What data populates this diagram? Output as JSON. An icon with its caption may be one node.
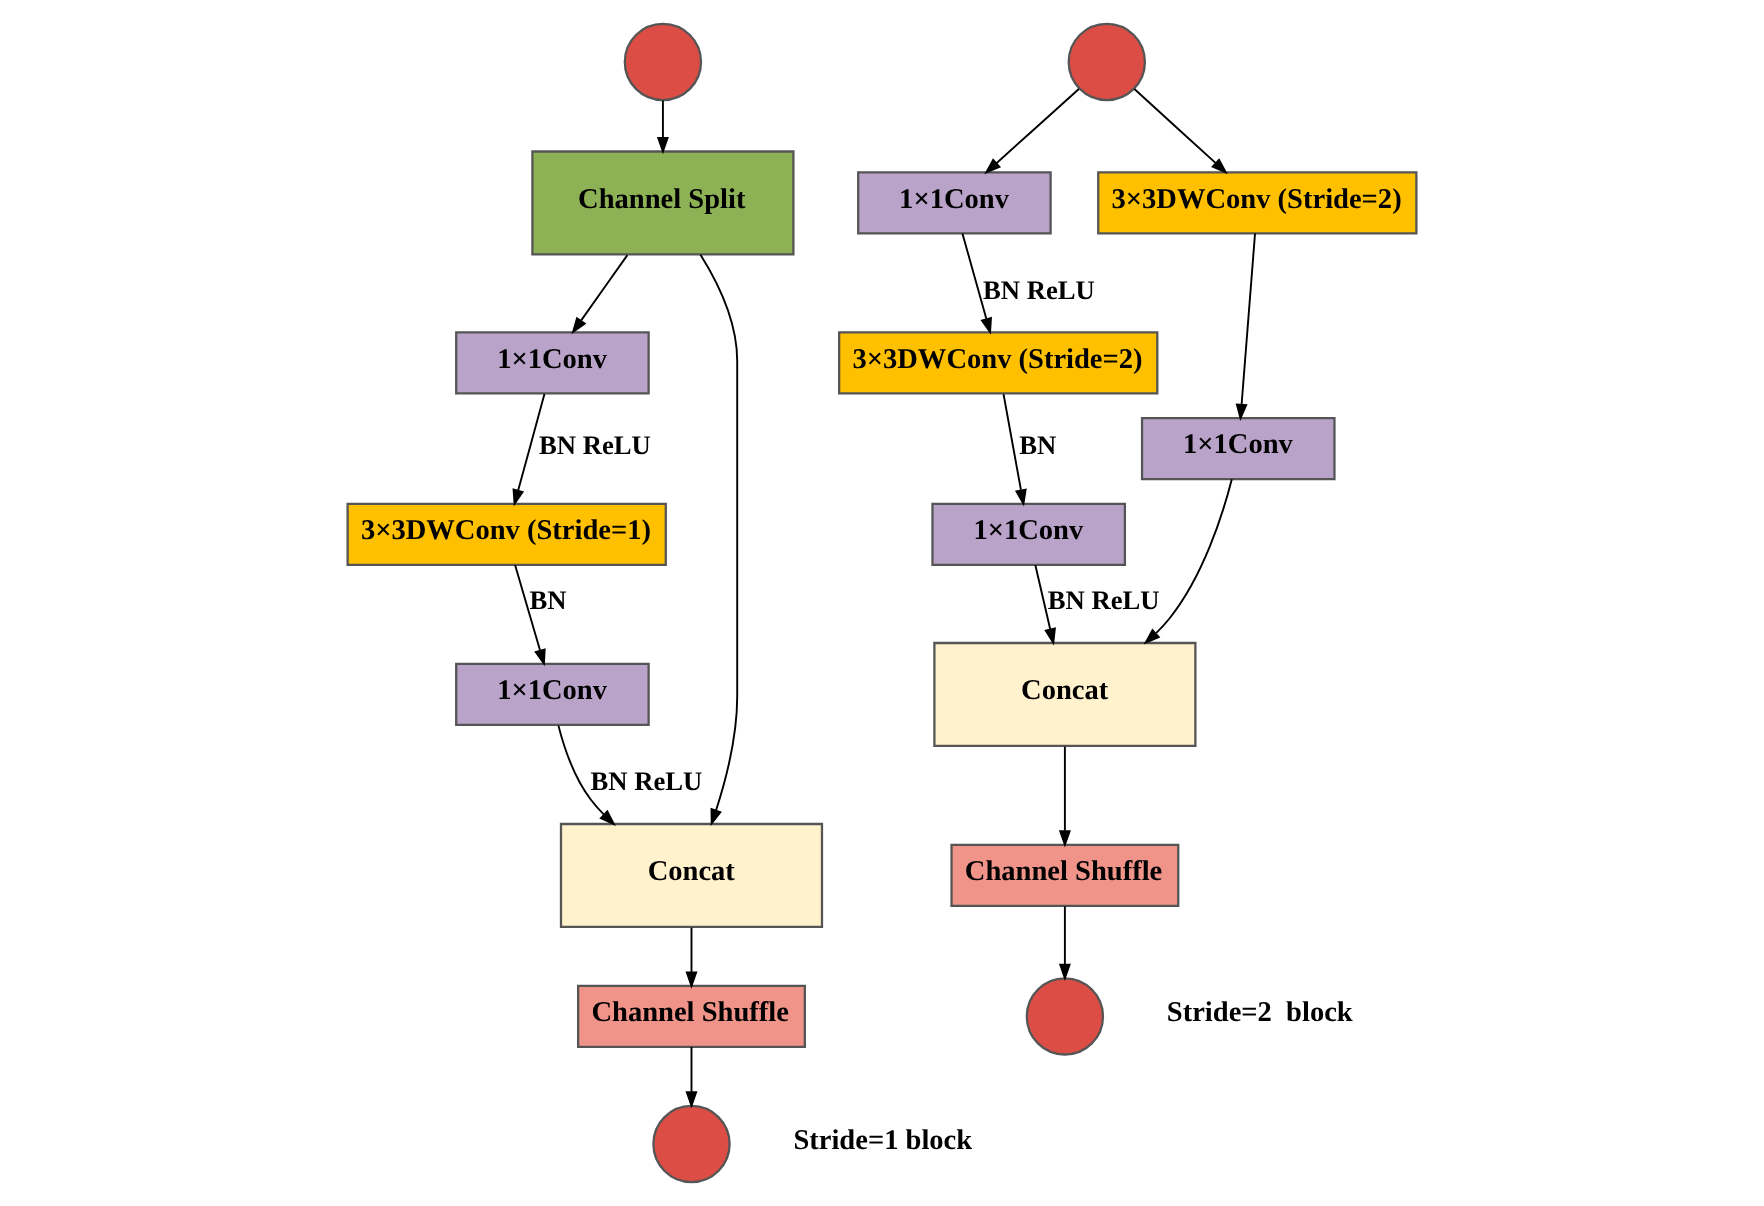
{
  "diagram": {
    "nodes": [
      {
        "text": [],
        "shape": "circle"
      },
      {
        "text": [
          "Channel Split"
        ]
      },
      {
        "text": [
          "1×1Conv"
        ]
      },
      {
        "text": [
          "3×3DWConv (Stride=1)"
        ]
      },
      {
        "text": [
          "1×1Conv"
        ]
      },
      {
        "text": [
          "Concat"
        ]
      },
      {
        "text": [
          "Channel Shuffle"
        ]
      },
      {
        "text": [],
        "shape": "circle"
      },
      {
        "text": [],
        "shape": "circle"
      },
      {
        "text": [
          "1×1Conv"
        ]
      },
      {
        "text": [
          "3×3DWConv (Stride=2)"
        ]
      },
      {
        "text": [
          "1×1Conv"
        ]
      },
      {
        "text": [
          "3×3DWConv (Stride=2)"
        ]
      },
      {
        "text": [
          "1×1Conv"
        ]
      },
      {
        "text": [
          "Concat"
        ]
      },
      {
        "text": [
          "Channel Shuffle"
        ]
      },
      {
        "text": [],
        "shape": "circle"
      }
    ],
    "edges": [
      {
        "from": 0,
        "to": 1,
        "arrow": "to"
      },
      {
        "from": 1,
        "to": 2,
        "arrow": "to"
      },
      {
        "from": 2,
        "to": 3,
        "arrow": "to",
        "label": "BN ReLU"
      },
      {
        "from": 3,
        "to": 4,
        "arrow": "to",
        "label": "BN"
      },
      {
        "from": 4,
        "to": 5,
        "arrow": "to",
        "label": "BN ReLU"
      },
      {
        "from": 1,
        "to": 5,
        "arrow": "to"
      },
      {
        "from": 5,
        "to": 6,
        "arrow": "to"
      },
      {
        "from": 6,
        "to": 7,
        "arrow": "to"
      },
      {
        "from": 8,
        "to": 9,
        "arrow": "to"
      },
      {
        "from": 8,
        "to": 12,
        "arrow": "to"
      },
      {
        "from": 9,
        "to": 10,
        "arrow": "to",
        "label": "BN ReLU"
      },
      {
        "from": 10,
        "to": 11,
        "arrow": "to",
        "label": "BN"
      },
      {
        "from": 11,
        "to": 14,
        "arrow": "to",
        "label": "BN ReLU"
      },
      {
        "from": 12,
        "to": 13,
        "arrow": "to"
      },
      {
        "from": 13,
        "to": 14,
        "arrow": "to"
      },
      {
        "from": 14,
        "to": 15,
        "arrow": "to"
      },
      {
        "from": 15,
        "to": 16,
        "arrow": "to"
      }
    ],
    "labels": [
      "Stride=1 block",
      "Stride=2  block"
    ]
  }
}
